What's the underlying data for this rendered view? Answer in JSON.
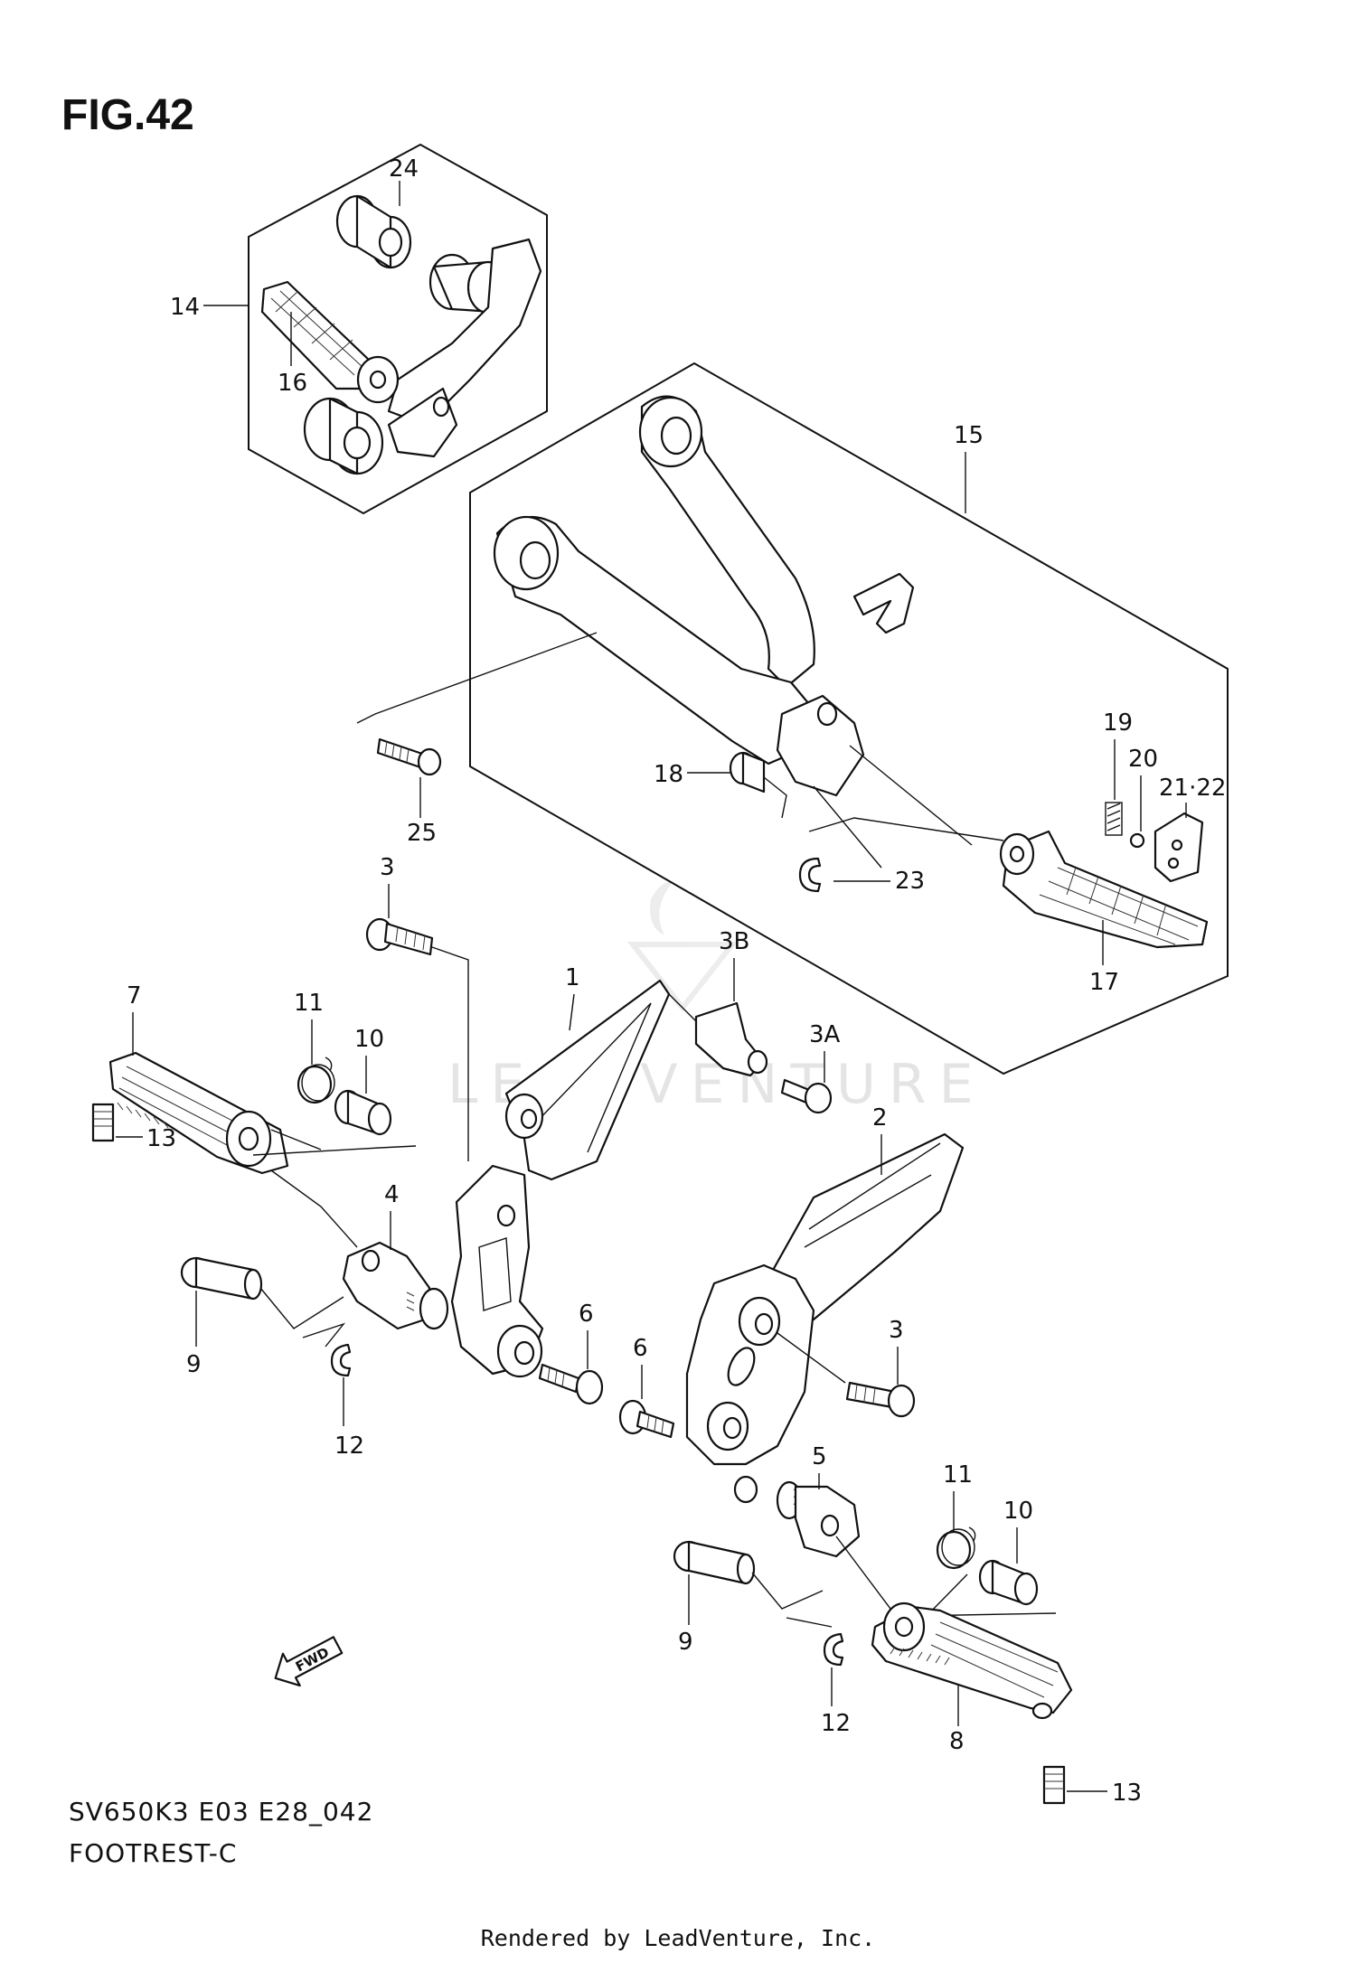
{
  "figure": {
    "title": "FIG.42",
    "model_code": "SV650K3 E03 E28_042",
    "section_name": "FOOTREST-C",
    "footer": "Rendered by LeadVenture, Inc.",
    "watermark": "LEADVENTURE",
    "fwd_label": "FWD"
  },
  "callouts": {
    "c24": "24",
    "c14": "14",
    "c16": "16",
    "c15": "15",
    "c19": "19",
    "c20": "20",
    "c21_22": "21·22",
    "c18": "18",
    "c23": "23",
    "c17": "17",
    "c25": "25",
    "c3_top": "3",
    "c3b": "3B",
    "c3a": "3A",
    "c1": "1",
    "c7": "7",
    "c11_left": "11",
    "c10_left": "10",
    "c13_left": "13",
    "c2": "2",
    "c4": "4",
    "c9_left": "9",
    "c12_left": "12",
    "c6_a": "6",
    "c6_b": "6",
    "c3_right": "3",
    "c5": "5",
    "c11_right": "11",
    "c10_right": "10",
    "c9_right": "9",
    "c12_right": "12",
    "c8": "8",
    "c13_right": "13"
  }
}
